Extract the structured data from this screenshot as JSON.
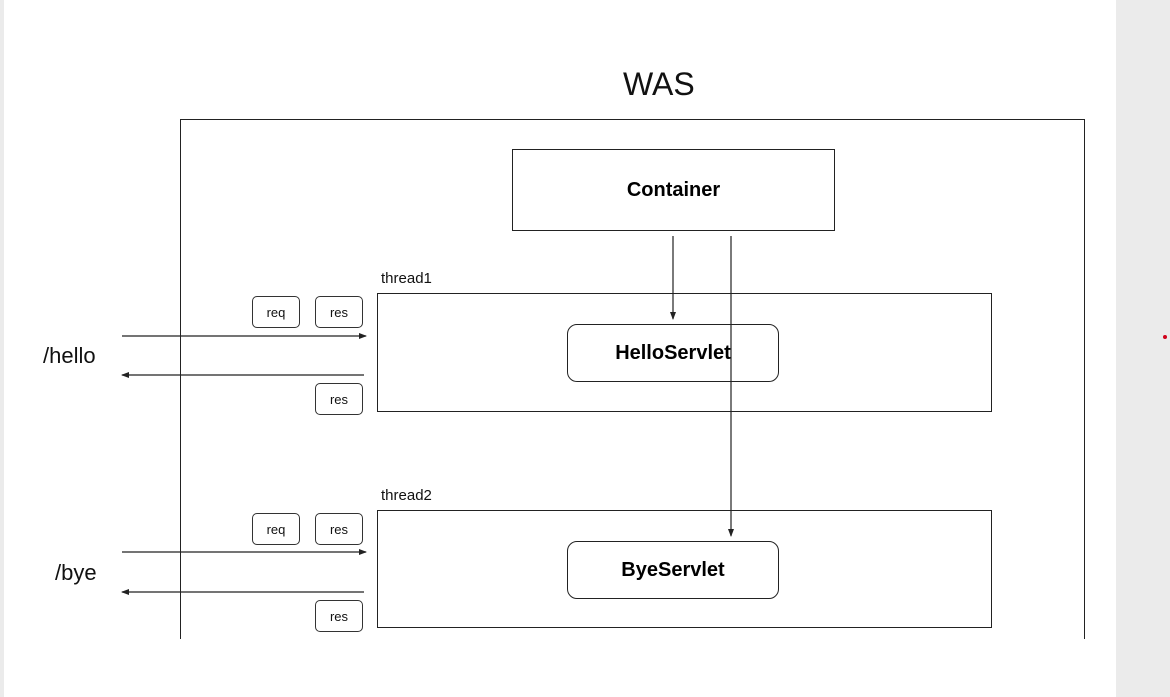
{
  "diagram": {
    "title": "WAS",
    "container_label": "Container",
    "threads": [
      {
        "label": "thread1",
        "servlet": "HelloServlet",
        "path": "/hello",
        "req": "req",
        "res_in": "res",
        "res_out": "res"
      },
      {
        "label": "thread2",
        "servlet": "ByeServlet",
        "path": "/bye",
        "req": "req",
        "res_in": "res",
        "res_out": "res"
      }
    ]
  },
  "colors": {
    "line": "#222222",
    "background": "#ffffff",
    "marker": "#d0021b"
  }
}
